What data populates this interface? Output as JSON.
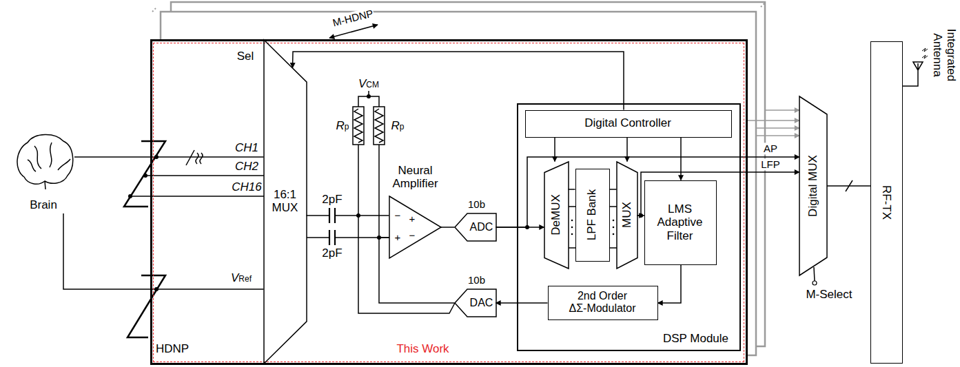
{
  "diagram": {
    "nodes": [
      {
        "text": [
          "HDNP"
        ]
      },
      {
        "text": [
          "This Work"
        ],
        "in": 0
      },
      {
        "text": [
          "16:1 MUX"
        ],
        "in": 1
      },
      {
        "text": [
          "Neural Amplifier"
        ],
        "in": 1
      },
      {
        "text": [
          "10b",
          "ADC"
        ],
        "in": 1
      },
      {
        "text": [
          "10b",
          "DAC"
        ],
        "in": 1
      },
      {
        "text": [
          "DSP Module"
        ],
        "in": 1
      },
      {
        "text": [
          "Digital Controller"
        ],
        "in": 6
      },
      {
        "text": [
          "DeMUX"
        ],
        "in": 6
      },
      {
        "text": [
          "LPF Bank"
        ],
        "in": 6
      },
      {
        "text": [
          "MUX"
        ],
        "in": 6
      },
      {
        "text": [
          "LMS Adaptive Filter"
        ],
        "in": 6
      },
      {
        "text": [
          "2nd Order ΔΣ-Modulator"
        ],
        "in": 6
      },
      {
        "text": [
          "Digital MUX"
        ]
      },
      {
        "text": [
          "RF-TX"
        ]
      },
      {
        "text": [
          "Brain"
        ]
      }
    ],
    "edges": [
      {
        "from": 15,
        "to": 2,
        "arrow": "none"
      },
      {
        "from": 15,
        "to": 2,
        "arrow": "none"
      },
      {
        "from": 7,
        "to": 2,
        "arrow": "to"
      },
      {
        "from": 2,
        "to": 3,
        "arrow": "none"
      },
      {
        "from": 3,
        "to": 4,
        "arrow": "none"
      },
      {
        "from": 4,
        "to": 8,
        "arrow": "to"
      },
      {
        "from": 8,
        "to": 9,
        "arrow": "none"
      },
      {
        "from": 9,
        "to": 10,
        "arrow": "none"
      },
      {
        "from": 10,
        "to": 11,
        "arrow": "to"
      },
      {
        "from": 7,
        "to": 8,
        "arrow": "to"
      },
      {
        "from": 7,
        "to": 10,
        "arrow": "to"
      },
      {
        "from": 7,
        "to": 11,
        "arrow": "to"
      },
      {
        "from": 11,
        "to": 12,
        "arrow": "to"
      },
      {
        "from": 12,
        "to": 5,
        "arrow": "to"
      },
      {
        "from": 5,
        "to": 3,
        "arrow": "none"
      },
      {
        "from": 4,
        "to": 13,
        "label": "AP",
        "arrow": "to"
      },
      {
        "from": 10,
        "to": 13,
        "label": "LFP",
        "arrow": "to"
      },
      {
        "from": 0,
        "to": 13,
        "arrow": "to"
      },
      {
        "from": 13,
        "to": 14,
        "arrow": "none"
      }
    ],
    "labels": [
      "M-HDNP",
      "Sel",
      "VCM",
      "Rp",
      "Rp",
      "CH1",
      "CH2",
      "CH16",
      "VRef",
      "2pF",
      "2pF",
      "−",
      "+",
      "+",
      "−",
      "M-Select",
      "Integrated Antenna"
    ]
  }
}
